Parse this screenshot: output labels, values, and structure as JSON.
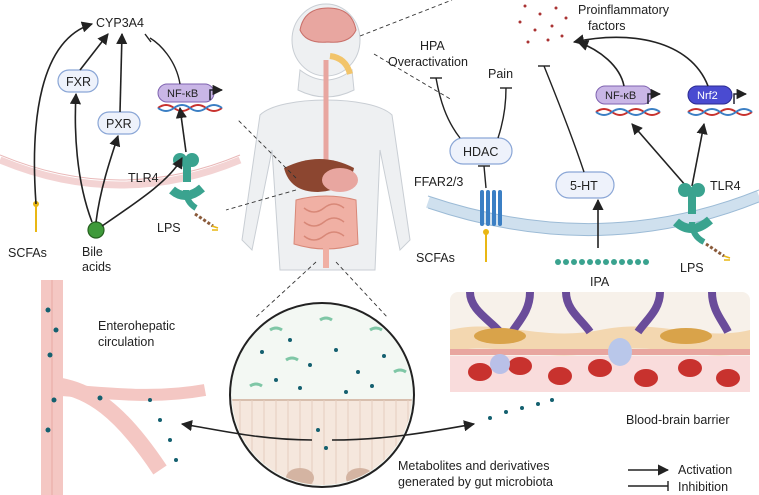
{
  "labels": {
    "cyp3a4": "CYP3A4",
    "fxr": "FXR",
    "pxr": "PXR",
    "nfkb_left": "NF-κB",
    "tlr4_left": "TLR4",
    "lps_left": "LPS",
    "scfas_left": "SCFAs",
    "bile_acids_line1": "Bile",
    "bile_acids_line2": "acids",
    "enterohepatic_line1": "Enterohepatic",
    "enterohepatic_line2": "circulation",
    "hpa_line1": "HPA",
    "hpa_line2": "Overactivation",
    "pain": "Pain",
    "hdac": "HDAC",
    "ffar": "FFAR2/3",
    "scfas_right": "SCFAs",
    "five_ht": "5-HT",
    "ipa": "IPA",
    "nfkb_right": "NF-κB",
    "nrf2": "Nrf2",
    "tlr4_right": "TLR4",
    "lps_right": "LPS",
    "proinflammatory_line1": "Proinflammatory",
    "proinflammatory_line2": "factors",
    "bbb": "Blood-brain barrier",
    "metabolites_line1": "Metabolites and derivatives",
    "metabolites_line2": "generated by gut microbiota"
  },
  "legend": {
    "activation": "Activation",
    "inhibition": "Inhibition"
  },
  "colors": {
    "pill_fill": "#eef2fb",
    "pill_stroke": "#8aa6d6",
    "nfkb_fill": "#c9b6e6",
    "nrf2_fill": "#4a4bd1",
    "receptor_teal": "#3aa38f",
    "ffar_blue": "#3b7fc4",
    "bile_green": "#3f9a3a",
    "scfa_yellow": "#e9b714",
    "vessel_pink": "#f4c7c3",
    "membrane_pink": "#f3d3d3",
    "membrane_blue": "#cfe0ee",
    "rbc_red": "#c8322e",
    "astrocyte_purple": "#6a4c9a"
  },
  "icons": [
    "human-body-icon",
    "brain-icon",
    "liver-icon",
    "intestine-icon",
    "dna-icon",
    "tlr4-receptor-icon",
    "ffar-receptor-icon",
    "lps-icon",
    "microbiota-circle-icon"
  ]
}
